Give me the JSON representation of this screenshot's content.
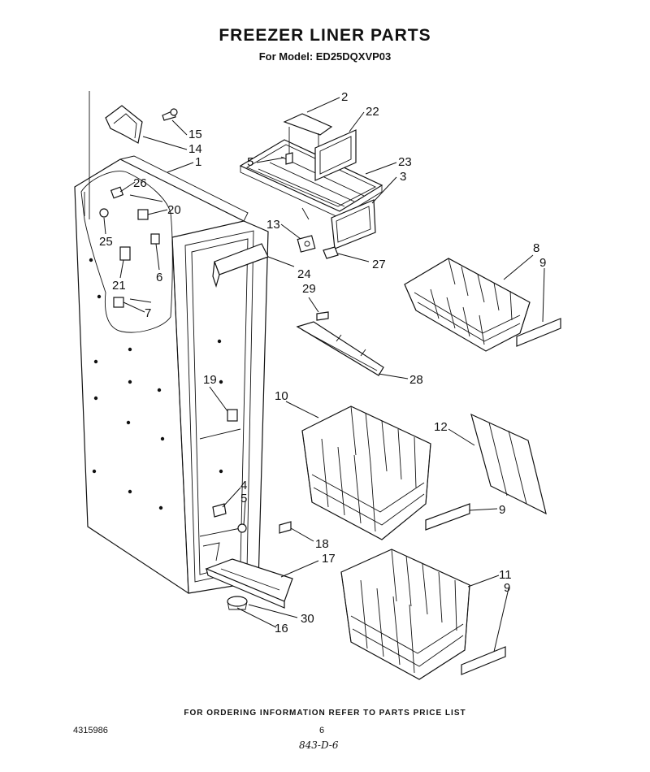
{
  "header": {
    "title": "FREEZER LINER PARTS",
    "model_line": "For Model: ED25DQXVP03"
  },
  "callouts": [
    {
      "id": "c-2",
      "label": "2"
    },
    {
      "id": "c-22",
      "label": "22"
    },
    {
      "id": "c-5a",
      "label": "5"
    },
    {
      "id": "c-23",
      "label": "23"
    },
    {
      "id": "c-3",
      "label": "3"
    },
    {
      "id": "c-15",
      "label": "15"
    },
    {
      "id": "c-14",
      "label": "14"
    },
    {
      "id": "c-1",
      "label": "1"
    },
    {
      "id": "c-26",
      "label": "26"
    },
    {
      "id": "c-20",
      "label": "20"
    },
    {
      "id": "c-25",
      "label": "25"
    },
    {
      "id": "c-6",
      "label": "6"
    },
    {
      "id": "c-21",
      "label": "21"
    },
    {
      "id": "c-7",
      "label": "7"
    },
    {
      "id": "c-13",
      "label": "13"
    },
    {
      "id": "c-27",
      "label": "27"
    },
    {
      "id": "c-24",
      "label": "24"
    },
    {
      "id": "c-29",
      "label": "29"
    },
    {
      "id": "c-28",
      "label": "28"
    },
    {
      "id": "c-8",
      "label": "8"
    },
    {
      "id": "c-9a",
      "label": "9"
    },
    {
      "id": "c-10",
      "label": "10"
    },
    {
      "id": "c-12",
      "label": "12"
    },
    {
      "id": "c-9b",
      "label": "9"
    },
    {
      "id": "c-19",
      "label": "19"
    },
    {
      "id": "c-4",
      "label": "4"
    },
    {
      "id": "c-5b",
      "label": "5"
    },
    {
      "id": "c-18",
      "label": "18"
    },
    {
      "id": "c-17",
      "label": "17"
    },
    {
      "id": "c-11",
      "label": "11"
    },
    {
      "id": "c-9c",
      "label": "9"
    },
    {
      "id": "c-30",
      "label": "30"
    },
    {
      "id": "c-16",
      "label": "16"
    }
  ],
  "footer": {
    "ordering_note": "FOR ORDERING INFORMATION REFER TO PARTS PRICE LIST",
    "doc_number": "4315986",
    "page_number": "6",
    "handwritten_code": "843-D-6"
  }
}
